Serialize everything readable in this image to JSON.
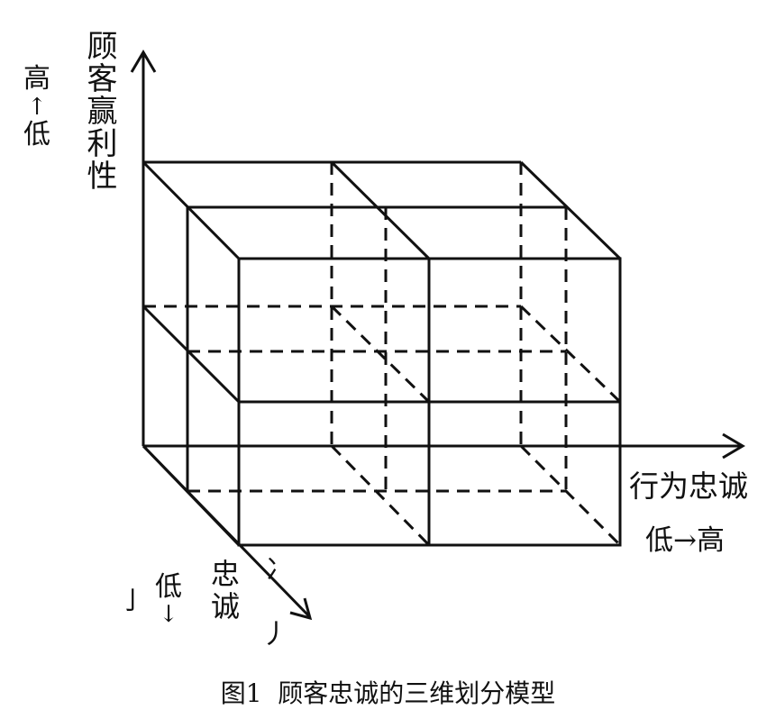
{
  "axes": {
    "y_title": "顾客赢利性",
    "y_range_high": "高",
    "y_range_arrow": "↑",
    "y_range_low": "低",
    "x_title": "行为忠诚",
    "x_range": "低→高",
    "z_title_visible": "忠诚",
    "z_range_low": "低",
    "z_range_arrow": "↓",
    "z_partial_left": "亅",
    "z_partial_right_top": "冫",
    "z_partial_right_bottom": "丿"
  },
  "caption": "图1  顾客忠诚的三维划分模型",
  "colors": {
    "line": "#111111",
    "background": "#ffffff"
  }
}
